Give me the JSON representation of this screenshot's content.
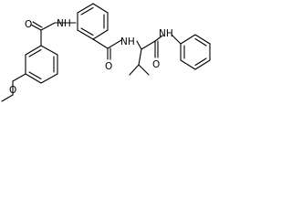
{
  "molecule": {
    "atoms": {
      "o_methoxy": "O",
      "o_amide1": "O",
      "nh_amide1": "NH",
      "o_amide2": "O",
      "nh_amide2": "NH",
      "o_amide3": "O",
      "nh_amide3": "NH"
    }
  }
}
